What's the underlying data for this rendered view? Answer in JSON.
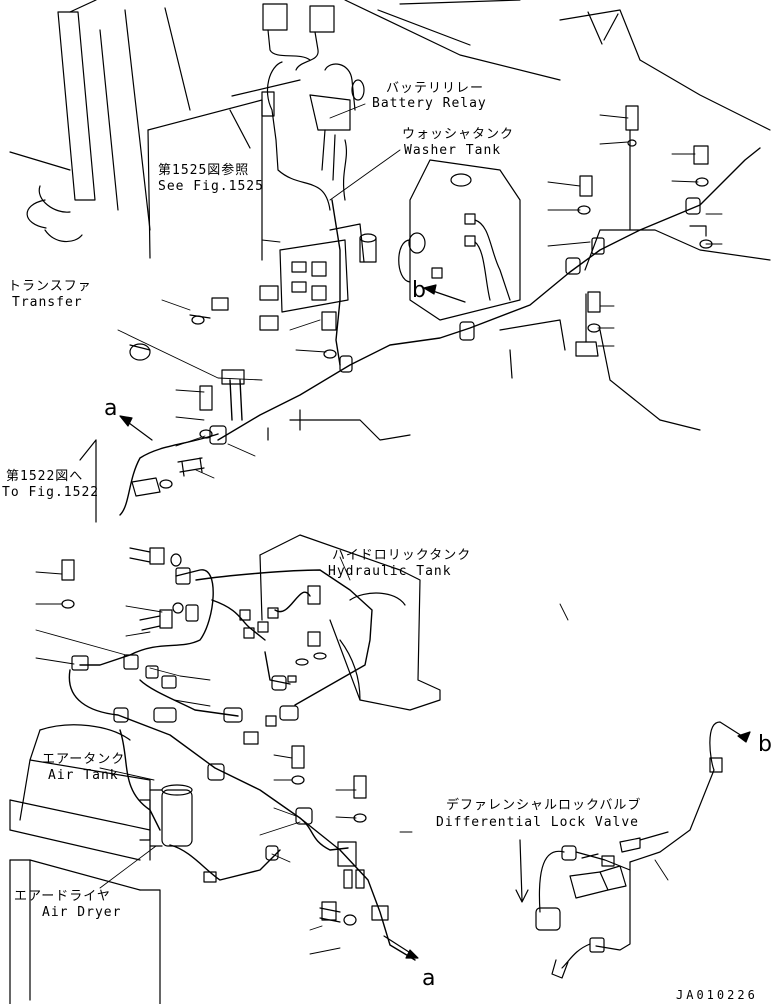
{
  "labels": {
    "battery_relay_jp": "バッテリリレー",
    "battery_relay_en": "Battery Relay",
    "washer_tank_jp": "ウォッシャタンク",
    "washer_tank_en": "Washer Tank",
    "see_fig_jp": "第1525図参照",
    "see_fig_en": "See Fig.1525",
    "transfer_jp": "トランスファ",
    "transfer_en": "Transfer",
    "to_fig_jp": "第1522図へ",
    "to_fig_en": "To Fig.1522",
    "hydraulic_tank_jp": "ハイドロリックタンク",
    "hydraulic_tank_en": "Hydraulic Tank",
    "air_tank_jp": "エアータンク",
    "air_tank_en": "Air Tank",
    "air_dryer_jp": "エアードライヤ",
    "air_dryer_en": "Air Dryer",
    "diff_lock_jp": "デファレンシャルロックバルブ",
    "diff_lock_en": "Differential Lock Valve",
    "callout_a_top": "a",
    "callout_a_bottom": "a",
    "callout_b_mid": "b",
    "callout_b_right": "b",
    "drawing_code": "JA010226"
  }
}
